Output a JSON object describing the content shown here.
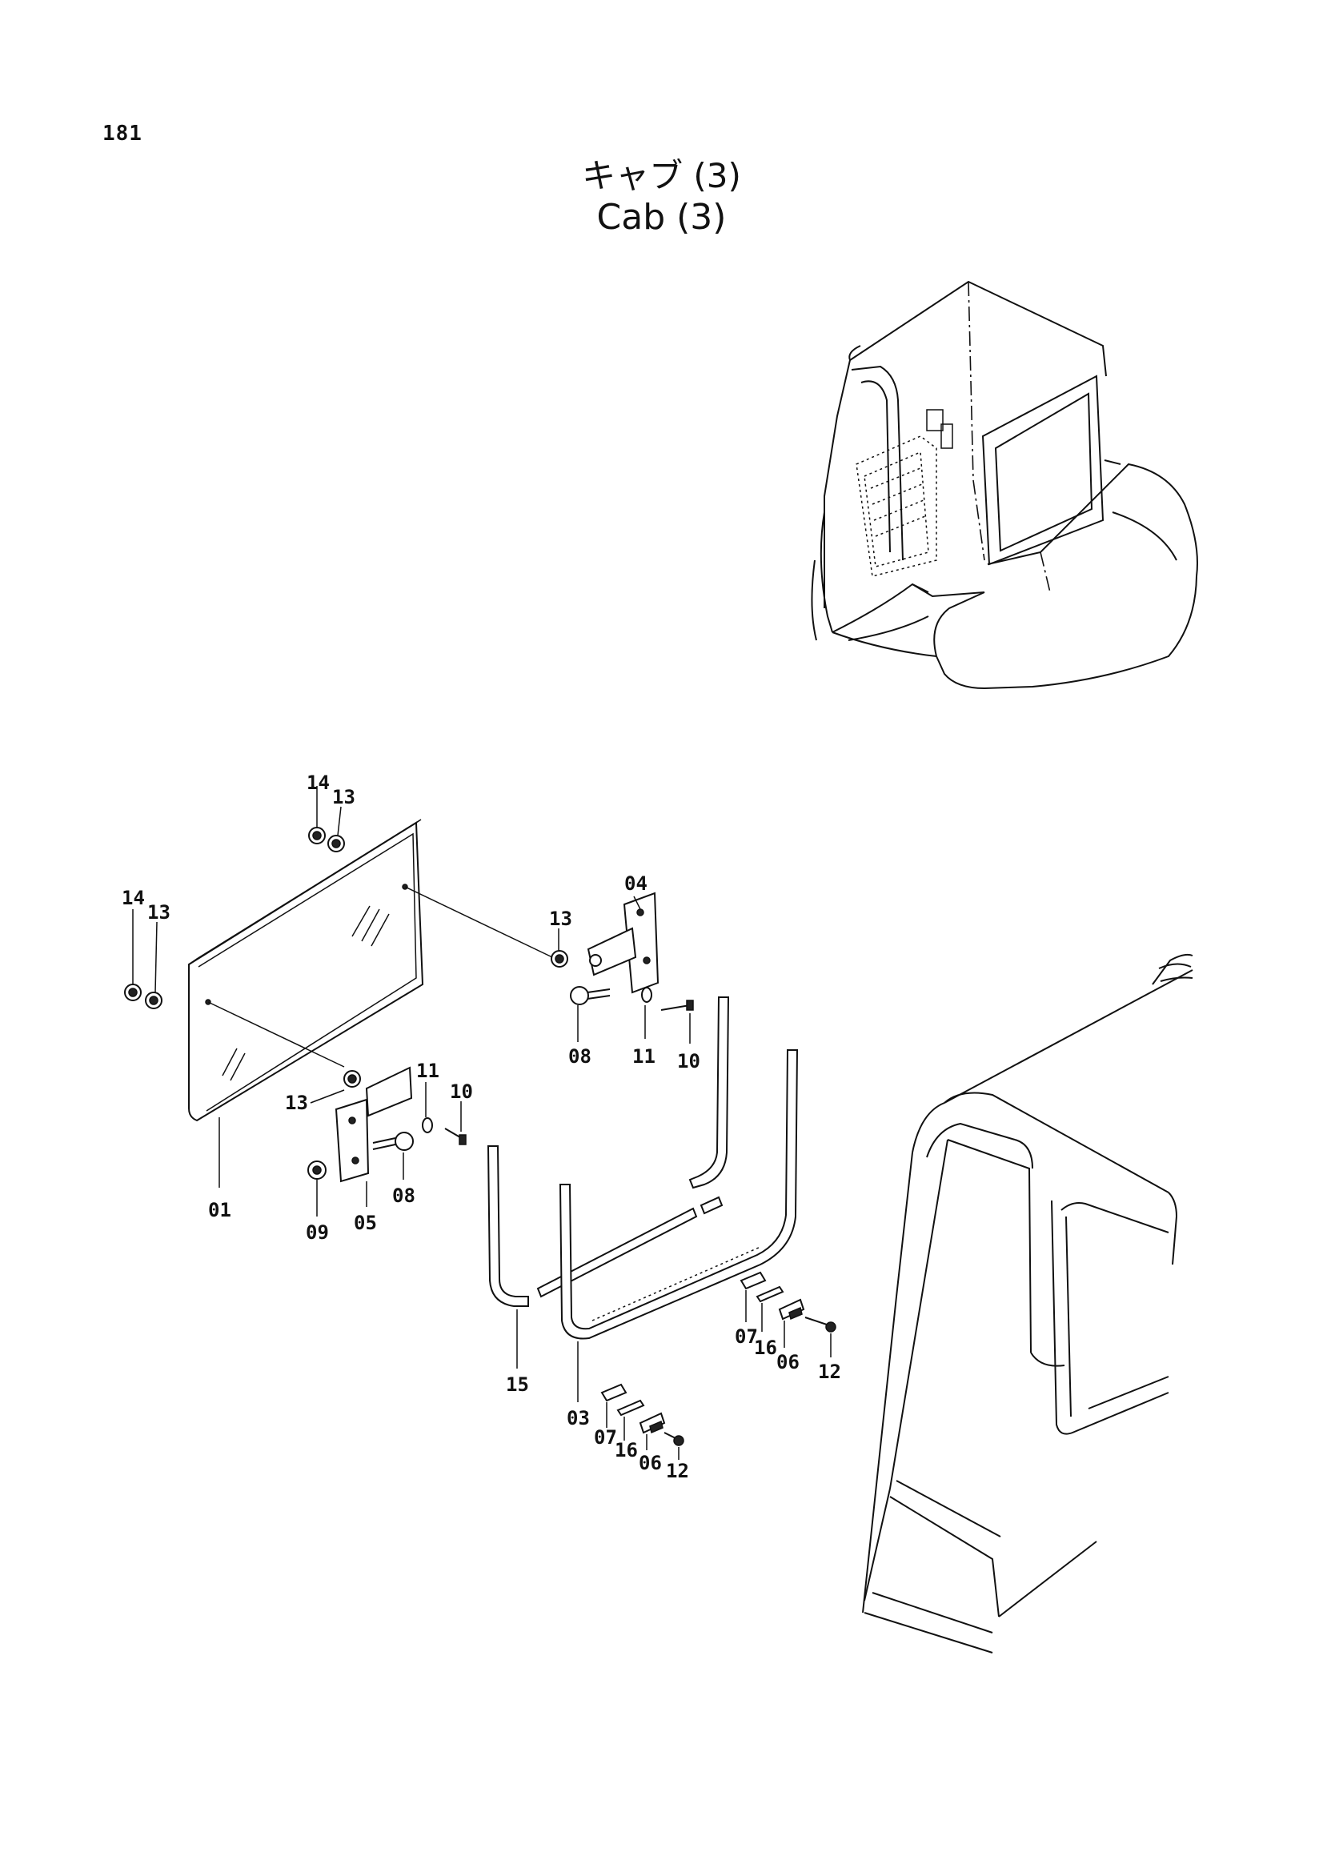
{
  "page": {
    "number": "181",
    "title_jp": "キャブ (3)",
    "title_en": "Cab (3)"
  },
  "callouts": {
    "c01": "01",
    "c03": "03",
    "c04": "04",
    "c05": "05",
    "c06a": "06",
    "c06b": "06",
    "c07a": "07",
    "c07b": "07",
    "c08a": "08",
    "c08b": "08",
    "c09": "09",
    "c10a": "10",
    "c10b": "10",
    "c11a": "11",
    "c11b": "11",
    "c12a": "12",
    "c12b": "12",
    "c13a": "13",
    "c13b": "13",
    "c13c": "13",
    "c13d": "13",
    "c14a": "14",
    "c14b": "14",
    "c15": "15",
    "c16a": "16",
    "c16b": "16"
  }
}
